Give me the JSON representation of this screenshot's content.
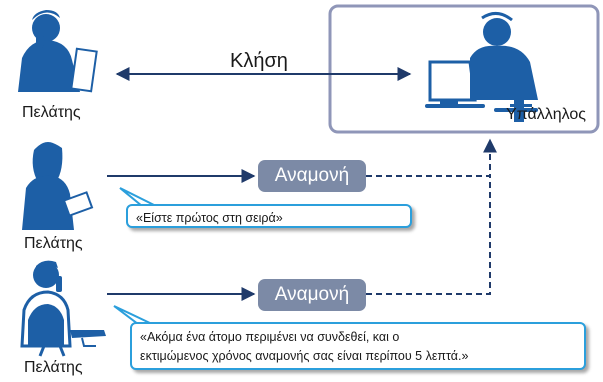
{
  "labels": {
    "call": "Κλήση",
    "employee": "Υπάλληλος",
    "customer_1": "Πελάτης",
    "customer_2": "Πελάτης",
    "customer_3": "Πελάτης",
    "wait_1": "Αναμονή",
    "wait_2": "Αναμονή"
  },
  "messages": {
    "first_in_line": "«Είστε πρώτος στη σειρά»",
    "second_line_1": "«Ακόμα ένα άτομο περιμένει να συνδεθεί, και ο",
    "second_line_2": "εκτιμώμενος χρόνος αναμονής σας είναι περίπου 5 λεπτά.»"
  },
  "colors": {
    "figure": "#1d5fa6",
    "arrow": "#1f3a6a",
    "wait_box": "#7c8aa6",
    "frame": "#8f96b8",
    "bubble_border": "#2b9fdc"
  }
}
